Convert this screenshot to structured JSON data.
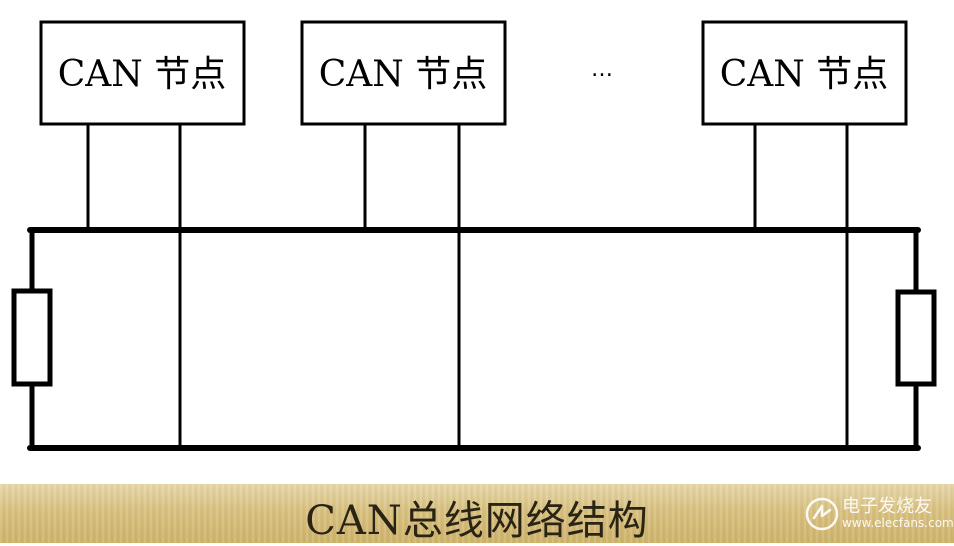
{
  "diagram": {
    "nodes": [
      {
        "label": "CAN 节点"
      },
      {
        "label": "CAN 节点"
      },
      {
        "label": "CAN 节点"
      }
    ],
    "ellipsis": "…",
    "caption": "CAN总线网络结构",
    "line_color": "#000000"
  },
  "watermark": {
    "name": "电子发烧友",
    "url": "www.elecfans.com",
    "icon": "elecfans-logo-icon"
  },
  "caption_bar_color": "#d8c07f"
}
